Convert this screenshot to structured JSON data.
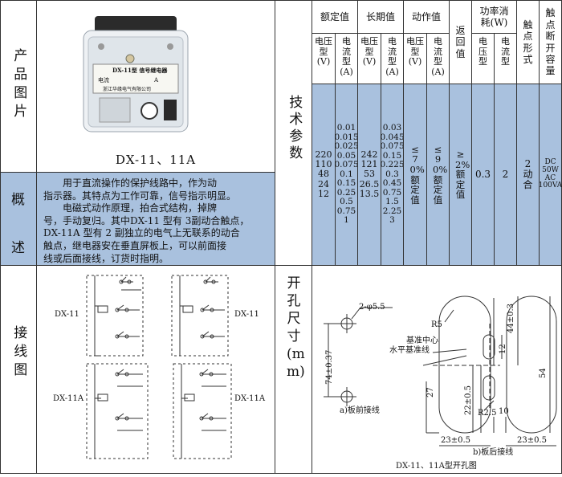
{
  "left": {
    "product_label": "产品图片",
    "product_caption": "DX-11、11A",
    "photo_lines": [
      "DX-11型 信号继电器",
      "电流",
      "A",
      "浙江华缘电气有限公司"
    ],
    "summary_label_top": "概",
    "summary_label_bottom": "述",
    "summary_lines": [
      "　　用于直流操作的保护线路中，作为动",
      "指示器。其特点为工作可靠，信号指示明显。",
      "　　电磁式动作原理，拍合式结构，掉牌",
      "号，手动复归。其中DX-11 型有 3副动合触点，",
      "DX-11A 型有 2 副独立的电气上无联系的动合",
      "触点，继电器安在垂直屏板上，可以前面接",
      "线或后面接线，订货时指明。"
    ],
    "wiring_label": "接线图",
    "wiring": {
      "dx11": "DX-11",
      "dx11a": "DX-11A"
    }
  },
  "tech": {
    "label": "技术参数",
    "headers": {
      "rated": "额定值",
      "longterm": "长期值",
      "action": "动作值",
      "return": "返回值",
      "power": "功率消耗(W)",
      "contact_form": "触点形式",
      "breaking": "触点断开容量"
    },
    "subheaders": {
      "voltage_type": "电压型(V)",
      "current_type": "电流型(A)",
      "voltage": "电压型",
      "current": "电流型"
    },
    "values": {
      "rated_v": [
        "220",
        "110",
        "48",
        "24",
        "12"
      ],
      "rated_a": [
        "0.01",
        "0.015",
        "0.025",
        "0.05",
        "0.075",
        "0.1",
        "0.15",
        "0.25",
        "0.5",
        "0.75",
        "1"
      ],
      "long_v": [
        "242",
        "121",
        "53",
        "26.5",
        "13.5"
      ],
      "long_a": [
        "0.03",
        "0.045",
        "0.075",
        "0.15",
        "0.225",
        "0.3",
        "0.45",
        "0.75",
        "1.5",
        "2.25",
        "3"
      ],
      "action_v": "≤70%额定值",
      "action_a": "≤90%额定值",
      "return_val": "≥2%额定值",
      "power_v": "0.3",
      "power_a": "2",
      "contact": "2动合",
      "breaking": [
        "DC",
        "50W",
        "AC",
        "100VA"
      ]
    }
  },
  "cutout": {
    "label": "开孔尺寸(mm)",
    "caption": "DX-11、11A型开孔图",
    "front_label": "a)板前接线",
    "back_label": "b)板后接线",
    "dims": {
      "hole": "2-φ5.5",
      "height": "74±0.37",
      "r5": "R5",
      "center": "基准中心",
      "hline": "水平基准线",
      "d12": "12",
      "d44": "44±0.3",
      "d27": "27",
      "d22": "22±0.5",
      "d54": "54",
      "r25": "R2.5",
      "d10": "10",
      "d23a": "23±0.5",
      "d23b": "23±0.5"
    }
  }
}
